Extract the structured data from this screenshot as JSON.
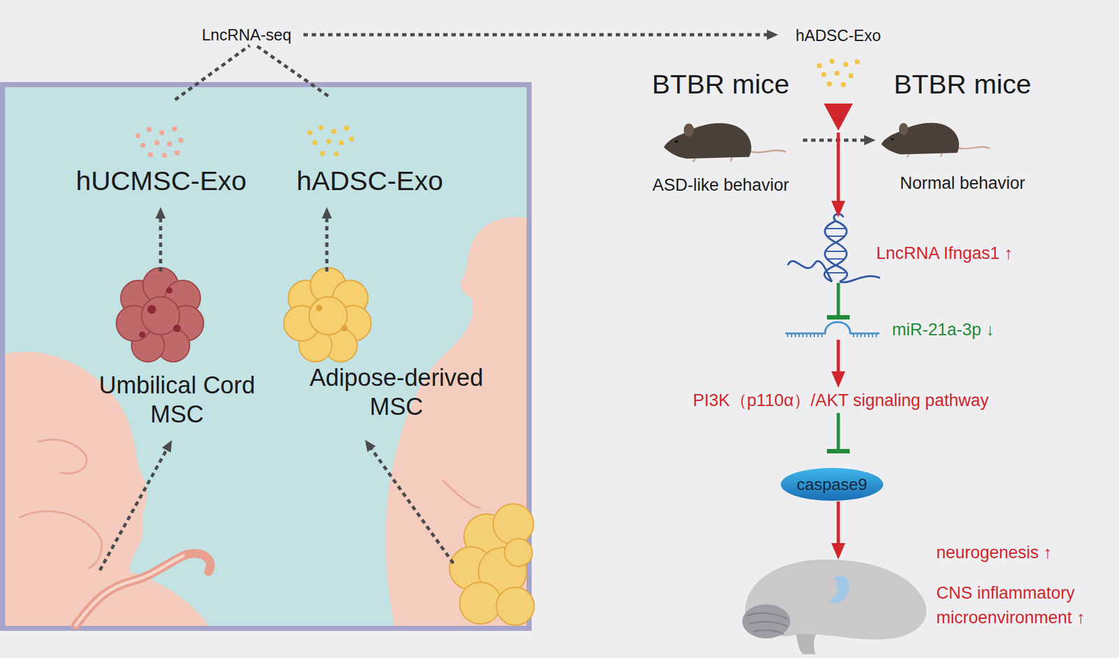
{
  "diagram": {
    "nodes": [
      {
        "text": [
          "LncRNA-seq"
        ]
      },
      {
        "text": [
          "hUCMSC-Exo"
        ]
      },
      {
        "text": [
          "hADSC-Exo"
        ]
      },
      {
        "text": [
          "Umbilical Cord MSC"
        ]
      },
      {
        "text": [
          "Adipose-derived MSC"
        ]
      },
      {
        "text": [
          "hADSC-Exo"
        ]
      },
      {
        "text": [
          "BTBR mice",
          "ASD-like behavior"
        ]
      },
      {
        "text": [
          "BTBR mice",
          "Normal behavior"
        ]
      },
      {
        "text": [
          "LncRNA Ifngas1 ↑"
        ]
      },
      {
        "text": [
          "miR-21a-3p ↓"
        ]
      },
      {
        "text": [
          "PI3K（p110α）/AKT signaling pathway"
        ]
      },
      {
        "text": [
          "caspase9"
        ]
      },
      {
        "text": [
          "neurogenesis ↑",
          "CNS inflammatory microenvironment ↑"
        ]
      }
    ],
    "edges": [
      {
        "from": 1,
        "to": 0,
        "arrow": "none"
      },
      {
        "from": 2,
        "to": 0,
        "arrow": "none"
      },
      {
        "from": 0,
        "to": 5,
        "arrow": "to"
      },
      {
        "from": 3,
        "to": 1,
        "arrow": "to"
      },
      {
        "from": 4,
        "to": 2,
        "arrow": "to"
      },
      {
        "from": 6,
        "to": 7,
        "arrow": "to"
      },
      {
        "from": 5,
        "to": 8,
        "arrow": "to"
      },
      {
        "from": 8,
        "to": 9,
        "arrow": "to"
      },
      {
        "from": 9,
        "to": 10,
        "arrow": "to"
      },
      {
        "from": 10,
        "to": 11,
        "arrow": "to"
      },
      {
        "from": 11,
        "to": 12,
        "arrow": "to"
      }
    ]
  }
}
